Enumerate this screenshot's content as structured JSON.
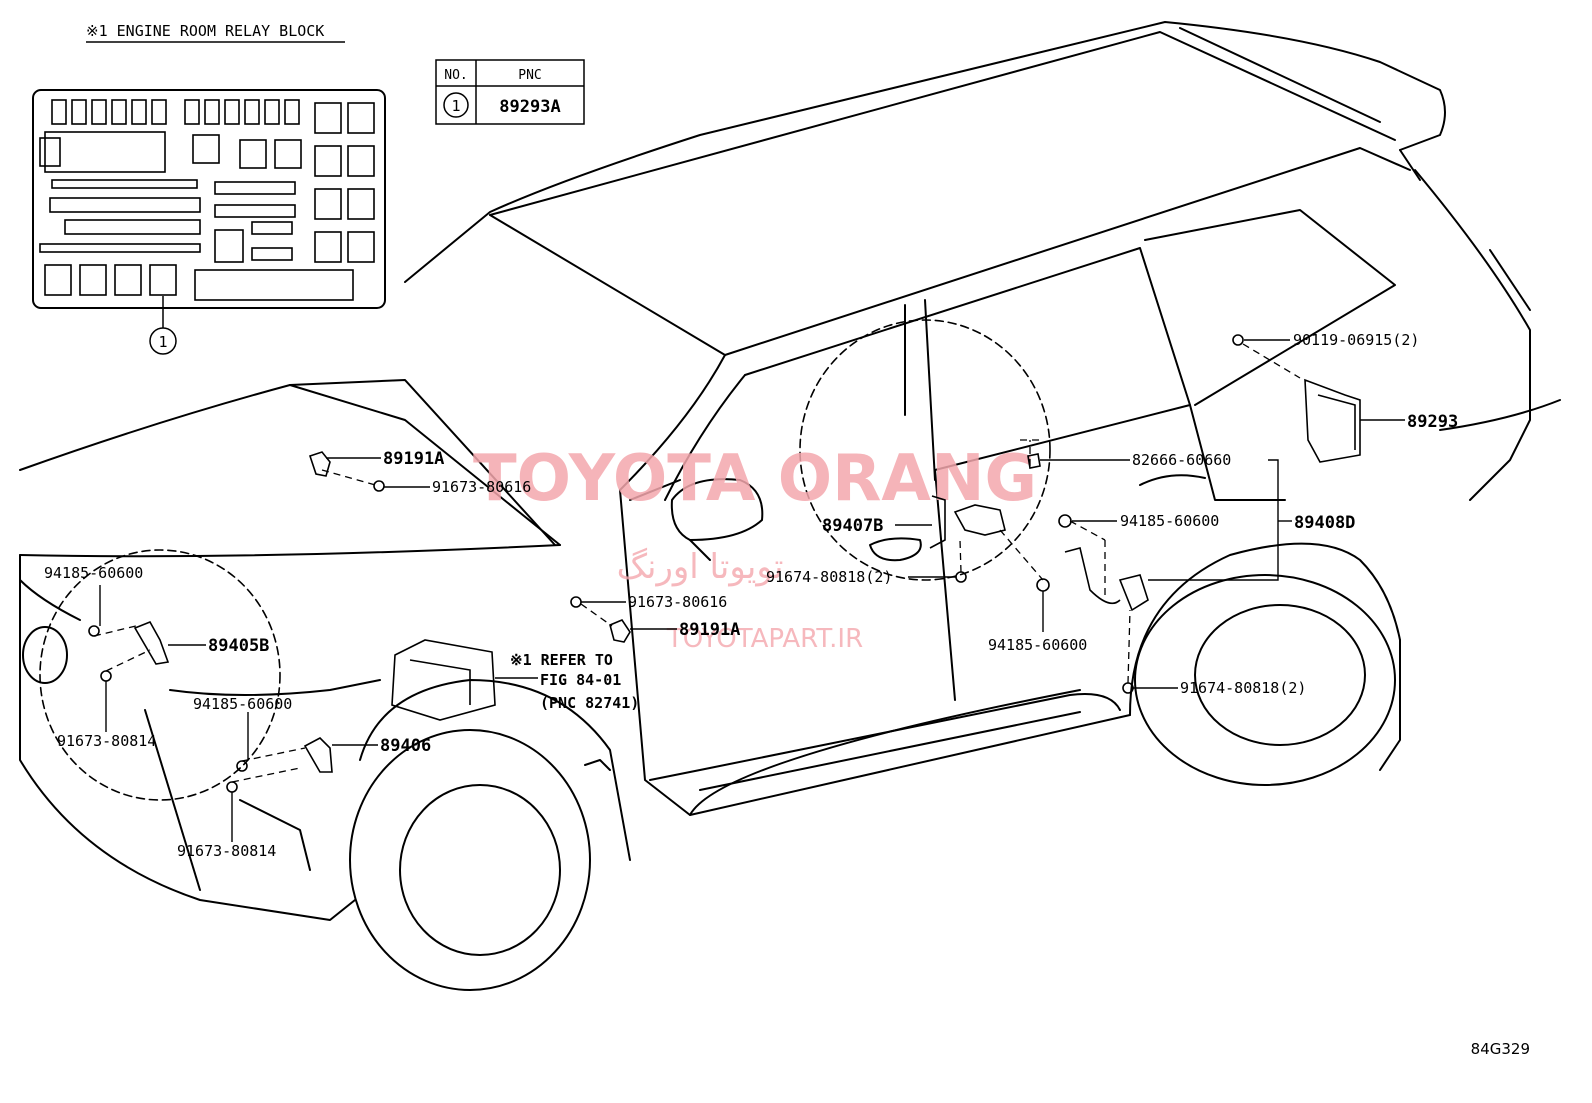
{
  "relay_block": {
    "title": "※1 ENGINE ROOM RELAY BLOCK",
    "callout": "1"
  },
  "pnc_table": {
    "col_no": "NO.",
    "col_pnc": "PNC",
    "row_no": "1",
    "row_pnc": "89293A"
  },
  "labels": {
    "p89191A_top": "89191A",
    "p91673_80616_top": "91673-80616",
    "p94185_60600_left": "94185-60600",
    "p89405B": "89405B",
    "p91673_80814_left": "91673-80814",
    "p94185_60600_mid": "94185-60600",
    "p89406": "89406",
    "p91673_80814_bottom": "91673-80814",
    "p91673_80616_mid": "91673-80616",
    "p89191A_mid": "89191A",
    "refer_1": "※1 REFER TO",
    "refer_2": "FIG 84-01",
    "refer_3": "(PNC 82741)",
    "p89407B": "89407B",
    "p91674_80818_mid": "91674-80818(2)",
    "p82666_60660": "82666-60660",
    "p94185_60600_right": "94185-60600",
    "p89408D": "89408D",
    "p94185_60600_lower": "94185-60600",
    "p91674_80818_right": "91674-80818(2)",
    "p90119_06915": "90119-06915(2)",
    "p89293": "89293"
  },
  "watermark": {
    "brand": "TOYOTA ORANG",
    "persian": "تویوتا اورنگ",
    "site": "TOYOTAPART.IR"
  },
  "figure_code": "84G329",
  "colors": {
    "line": "#000000",
    "watermark": "#f4a7ad",
    "background": "#ffffff"
  }
}
